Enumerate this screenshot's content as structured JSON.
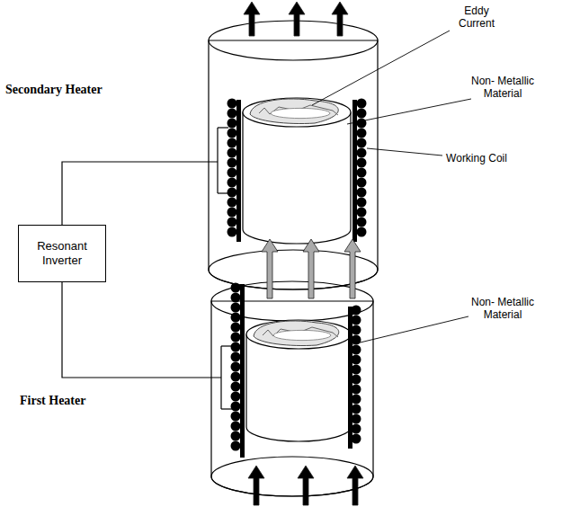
{
  "diagram": {
    "nodes": [
      {
        "text": [
          "Resonant Inverter"
        ]
      }
    ],
    "labels": [
      "Secondary Heater",
      "Eddy Current",
      "Non- Metallic Material",
      "Working Coil",
      "Non- Metallic Material",
      "First Heater"
    ]
  }
}
